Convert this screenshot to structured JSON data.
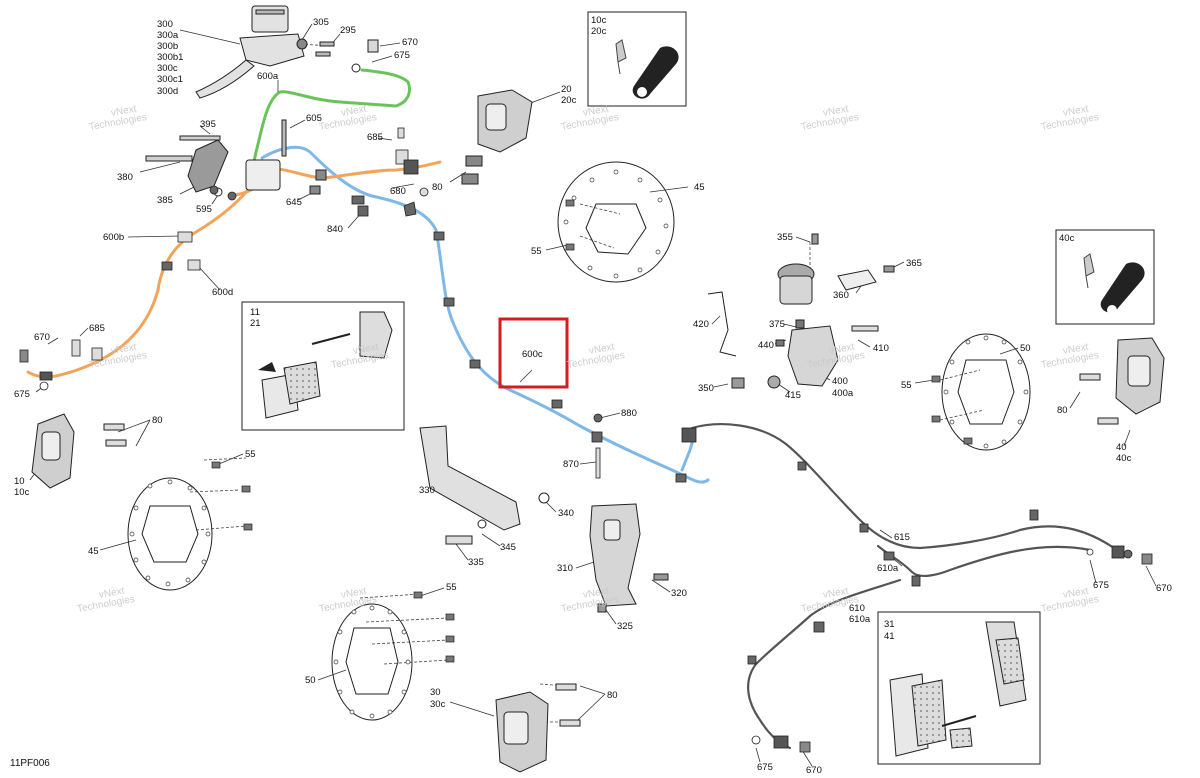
{
  "diagram_code": "11PF006",
  "watermark": {
    "line1": "vNext",
    "line2": "Technologies"
  },
  "colors": {
    "hose_green": "#69c35a",
    "hose_blue": "#7fb8e6",
    "hose_orange": "#f2a55a",
    "highlight": "#d21e1e",
    "line": "#333333"
  },
  "callouts": [
    {
      "text": "300"
    },
    {
      "text": "300a"
    },
    {
      "text": "300b"
    },
    {
      "text": "300b1"
    },
    {
      "text": "300c"
    },
    {
      "text": "300c1"
    },
    {
      "text": "300d"
    },
    {
      "text": "305"
    },
    {
      "text": "295"
    },
    {
      "text": "670"
    },
    {
      "text": "675"
    },
    {
      "text": "600a"
    },
    {
      "text": "10c"
    },
    {
      "text": "20c"
    },
    {
      "text": "20"
    },
    {
      "text": "20c"
    },
    {
      "text": "605"
    },
    {
      "text": "395"
    },
    {
      "text": "685"
    },
    {
      "text": "380"
    },
    {
      "text": "385"
    },
    {
      "text": "595"
    },
    {
      "text": "645"
    },
    {
      "text": "680"
    },
    {
      "text": "80"
    },
    {
      "text": "840"
    },
    {
      "text": "45"
    },
    {
      "text": "55"
    },
    {
      "text": "600b"
    },
    {
      "text": "600d"
    },
    {
      "text": "11"
    },
    {
      "text": "21"
    },
    {
      "text": "670"
    },
    {
      "text": "685"
    },
    {
      "text": "675"
    },
    {
      "text": "600c"
    },
    {
      "text": "355"
    },
    {
      "text": "365"
    },
    {
      "text": "360"
    },
    {
      "text": "40c"
    },
    {
      "text": "420"
    },
    {
      "text": "375"
    },
    {
      "text": "440"
    },
    {
      "text": "410"
    },
    {
      "text": "350"
    },
    {
      "text": "415"
    },
    {
      "text": "400"
    },
    {
      "text": "400a"
    },
    {
      "text": "50"
    },
    {
      "text": "55"
    },
    {
      "text": "80"
    },
    {
      "text": "40"
    },
    {
      "text": "40c"
    },
    {
      "text": "10"
    },
    {
      "text": "10c"
    },
    {
      "text": "80"
    },
    {
      "text": "55"
    },
    {
      "text": "45"
    },
    {
      "text": "880"
    },
    {
      "text": "870"
    },
    {
      "text": "330"
    },
    {
      "text": "340"
    },
    {
      "text": "345"
    },
    {
      "text": "335"
    },
    {
      "text": "310"
    },
    {
      "text": "320"
    },
    {
      "text": "325"
    },
    {
      "text": "615"
    },
    {
      "text": "610a"
    },
    {
      "text": "675"
    },
    {
      "text": "670"
    },
    {
      "text": "610"
    },
    {
      "text": "610a"
    },
    {
      "text": "31"
    },
    {
      "text": "41"
    },
    {
      "text": "55"
    },
    {
      "text": "50"
    },
    {
      "text": "30"
    },
    {
      "text": "30c"
    },
    {
      "text": "80"
    },
    {
      "text": "675"
    },
    {
      "text": "670"
    }
  ]
}
